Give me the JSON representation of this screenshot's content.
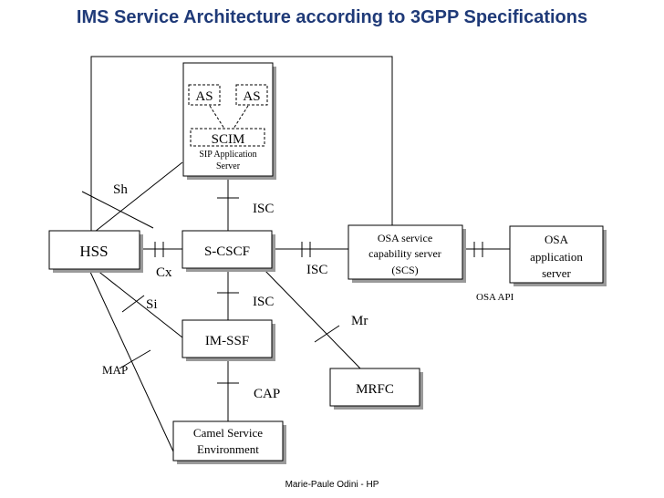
{
  "title": "IMS Service Architecture according to 3GPP Specifications",
  "footer": "Marie-Paule Odini - HP",
  "nodes": {
    "as_left": "AS",
    "as_right": "AS",
    "scim": "SCIM",
    "sip_app_line1": "SIP Application",
    "sip_app_line2": "Server",
    "hss": "HSS",
    "scscf": "S-CSCF",
    "osa_scs_line1": "OSA service",
    "osa_scs_line2": "capability server",
    "osa_scs_line3": "(SCS)",
    "osa_app_line1": "OSA",
    "osa_app_line2": "application",
    "osa_app_line3": "server",
    "imssf": "IM-SSF",
    "mrfc": "MRFC",
    "camel_line1": "Camel Service",
    "camel_line2": "Environment"
  },
  "interfaces": {
    "sh": "Sh",
    "isc_top": "ISC",
    "cx": "Cx",
    "isc_osa": "ISC",
    "osa_api": "OSA API",
    "si": "Si",
    "isc_mid": "ISC",
    "mr": "Mr",
    "map": "MAP",
    "cap": "CAP"
  }
}
